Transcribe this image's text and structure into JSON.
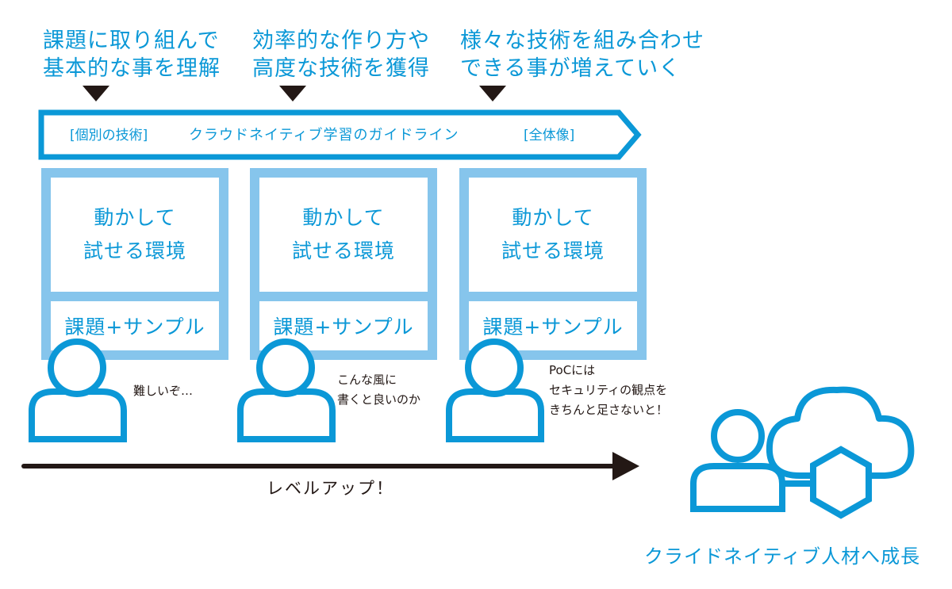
{
  "colors": {
    "accent": "#0b98d7",
    "panel": "#86c5ec",
    "dark": "#231815"
  },
  "steps": [
    {
      "caption_line1": "課題に取り組んで",
      "caption_line2": "基本的な事を理解"
    },
    {
      "caption_line1": "効率的な作り方や",
      "caption_line2": "高度な技術を獲得"
    },
    {
      "caption_line1": "様々な技術を組み合わせ",
      "caption_line2": "できる事が増えていく"
    }
  ],
  "banner": {
    "left_tag": "[個別の技術]",
    "title": "クラウドネイティブ学習のガイドライン",
    "right_tag": "[全体像]"
  },
  "stages": [
    {
      "env_line1": "動かして",
      "env_line2": "試せる環境",
      "task": "課題+サンプル"
    },
    {
      "env_line1": "動かして",
      "env_line2": "試せる環境",
      "task": "課題+サンプル"
    },
    {
      "env_line1": "動かして",
      "env_line2": "試せる環境",
      "task": "課題+サンプル"
    }
  ],
  "learners": [
    {
      "icon": "person-icon",
      "comment_lines": [
        "難しいぞ…"
      ]
    },
    {
      "icon": "person-icon",
      "comment_lines": [
        "こんな風に",
        "書くと良いのか"
      ]
    },
    {
      "icon": "person-icon",
      "comment_lines": [
        "PoCには",
        "セキュリティの観点を",
        "きちんと足さないと！"
      ]
    }
  ],
  "progress_arrow": {
    "label": "レベルアップ！"
  },
  "goal": {
    "icons": [
      "person-icon",
      "cloud-icon",
      "hexagon-icon"
    ],
    "label": "クライドネイティブ人材へ成長"
  }
}
